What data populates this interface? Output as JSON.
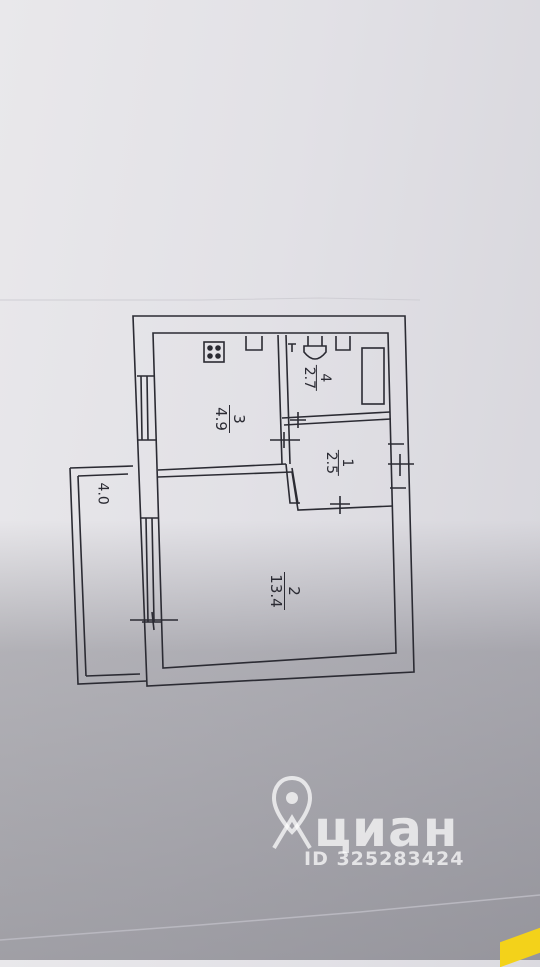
{
  "rooms": [
    {
      "number": "1",
      "area": "2.5"
    },
    {
      "number": "2",
      "area": "13.4"
    },
    {
      "number": "3",
      "area": "4.9"
    },
    {
      "number": "4",
      "area": "2.7"
    }
  ],
  "balcony": {
    "area": "4.0"
  },
  "watermark": {
    "brand": "циан",
    "id": "ID 325283424"
  },
  "colors": {
    "line": "#2b2b33",
    "paper": "#e6e5e9"
  }
}
